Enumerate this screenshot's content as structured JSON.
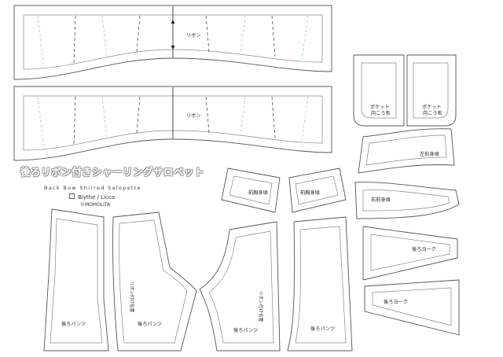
{
  "title": "後ろリボン付きシャーリングサロペット",
  "subtitle": "Back Bow Shirred Salopette",
  "doll_sizes": "Blythe / Licca",
  "brand": "©MOMOLITA",
  "colors": {
    "line": "#555555",
    "fold_line": "#222222",
    "guide_dash": "#333333",
    "guide_cyan": "#6cc7dd"
  },
  "pieces": {
    "ribbon_top": "リボン",
    "ribbon_bottom": "リボン",
    "pocket_left": [
      "ポケット",
      "向こう布"
    ],
    "pocket_right": [
      "ポケット",
      "向こう布"
    ],
    "front_bodice_left": "左前身頃",
    "front_bodice_right": "右前身頃",
    "back_bodice_left": "前胸身頃",
    "back_bodice_right": "前胸身頃",
    "back_yoke_top": "後ろヨーク",
    "back_yoke_bottom": "後ろヨーク",
    "back_pants_1": "後ろパンツ",
    "back_pants_2": "後ろパンツ",
    "back_pants_3": "後ろパンツ",
    "back_pants_4": "後ろパンツ",
    "ribbon_position_1": "リボン付け位置",
    "ribbon_position_2": "リボン付け位置"
  }
}
